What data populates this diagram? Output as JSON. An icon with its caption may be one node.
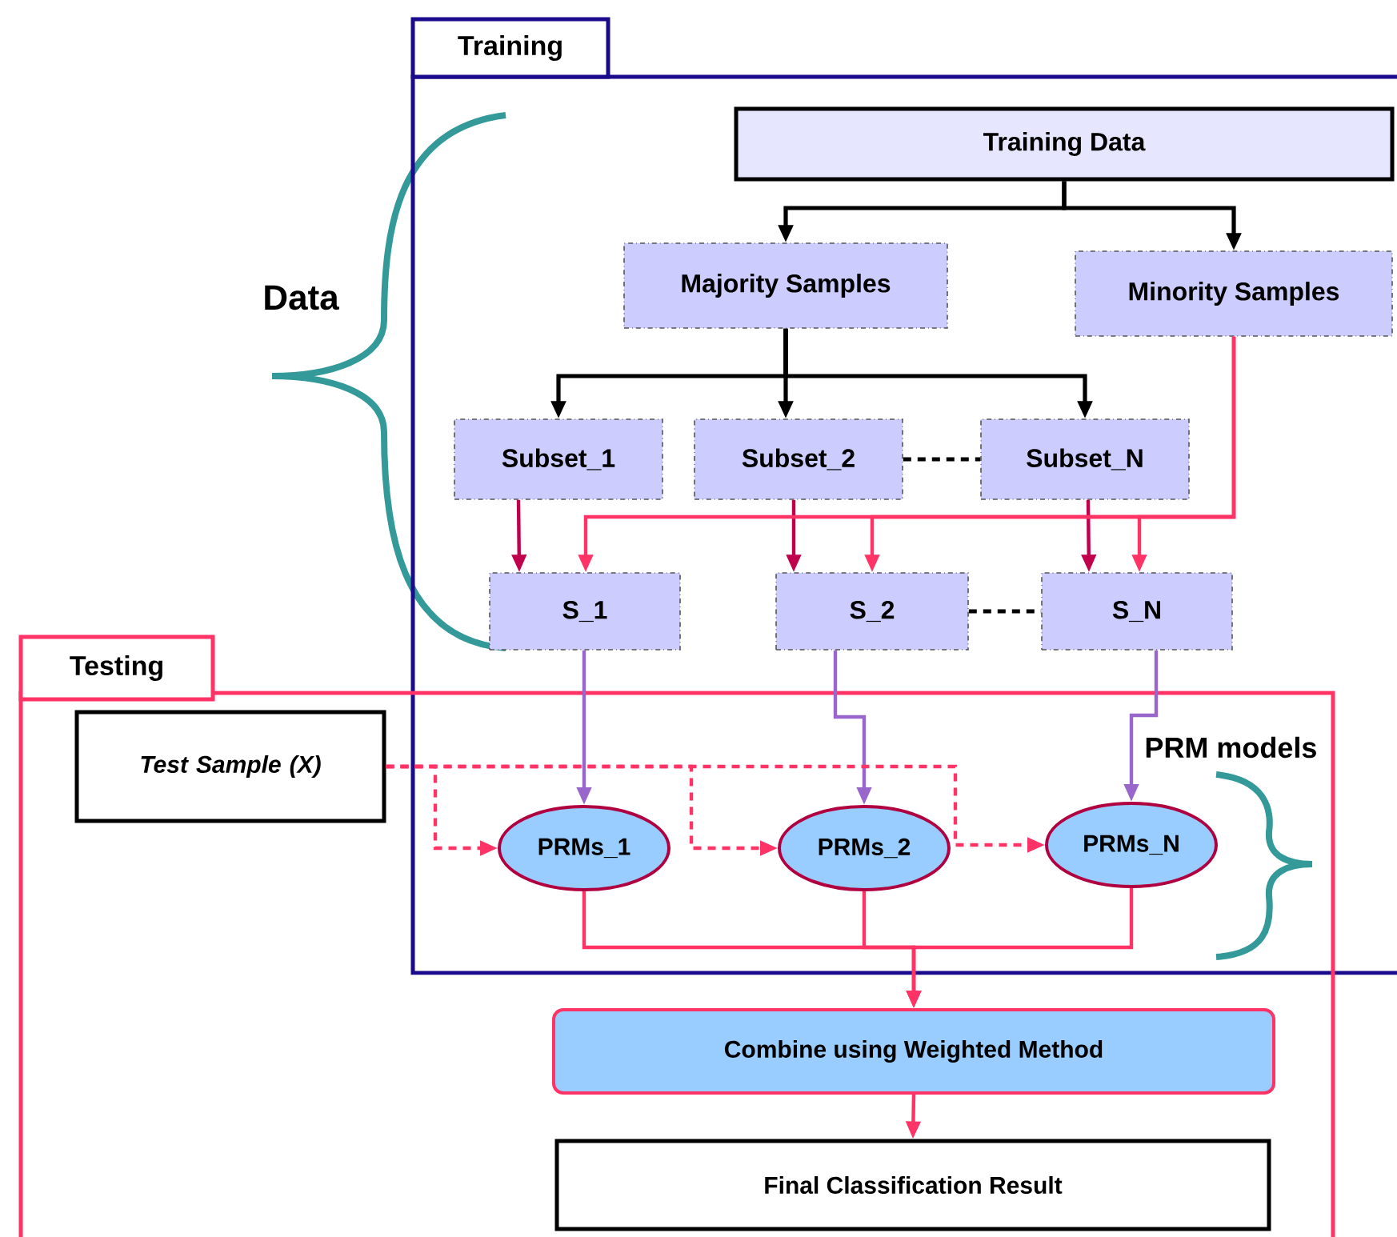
{
  "diagram": {
    "nodes": [
      {
        "text": [
          "Training"
        ]
      },
      {
        "text": [
          "Training Data"
        ],
        "in": 0
      },
      {
        "text": [
          "Majority Samples"
        ],
        "in": 0
      },
      {
        "text": [
          "Minority Samples"
        ],
        "in": 0
      },
      {
        "text": [
          "Subset_1"
        ],
        "in": 0
      },
      {
        "text": [
          "Subset_2"
        ],
        "in": 0
      },
      {
        "text": [
          "Subset_N"
        ],
        "in": 0
      },
      {
        "text": [
          "S_1"
        ],
        "in": 0
      },
      {
        "text": [
          "S_2"
        ],
        "in": 0
      },
      {
        "text": [
          "S_N"
        ],
        "in": 0
      },
      {
        "text": [
          "Testing"
        ]
      },
      {
        "text": [
          "Test Sample (X)"
        ],
        "in": 10
      },
      {
        "text": [
          "PRMs_1"
        ]
      },
      {
        "text": [
          "PRMs_2"
        ]
      },
      {
        "text": [
          "PRMs_N"
        ]
      },
      {
        "text": [
          "Combine using Weighted Method"
        ],
        "in": 10
      },
      {
        "text": [
          "Final Classification Result"
        ],
        "in": 10
      }
    ],
    "edges": [
      {
        "from": 1,
        "to": 2,
        "arrow": "to",
        "color": "#000000"
      },
      {
        "from": 1,
        "to": 3,
        "arrow": "to",
        "color": "#000000"
      },
      {
        "from": 2,
        "to": 4,
        "arrow": "to",
        "color": "#000000"
      },
      {
        "from": 2,
        "to": 5,
        "arrow": "to",
        "color": "#000000"
      },
      {
        "from": 2,
        "to": 6,
        "arrow": "to",
        "color": "#000000"
      },
      {
        "from": 5,
        "to": 6,
        "arrow": "none",
        "style": "dashed",
        "color": "#000000"
      },
      {
        "from": 4,
        "to": 7,
        "arrow": "to",
        "color": "#c0004c"
      },
      {
        "from": 5,
        "to": 8,
        "arrow": "to",
        "color": "#c0004c"
      },
      {
        "from": 6,
        "to": 9,
        "arrow": "to",
        "color": "#c0004c"
      },
      {
        "from": 3,
        "to": 7,
        "arrow": "to"
      },
      {
        "from": 3,
        "to": 8,
        "arrow": "to"
      },
      {
        "from": 3,
        "to": 9,
        "arrow": "to"
      },
      {
        "from": 8,
        "to": 9,
        "arrow": "none",
        "style": "dashed",
        "color": "#000000"
      },
      {
        "from": 7,
        "to": 12,
        "arrow": "to",
        "color": "#9966cc"
      },
      {
        "from": 8,
        "to": 13,
        "arrow": "to",
        "color": "#9966cc"
      },
      {
        "from": 9,
        "to": 14,
        "arrow": "to",
        "color": "#9966cc"
      },
      {
        "from": 11,
        "to": 12,
        "arrow": "to",
        "style": "dashed"
      },
      {
        "from": 11,
        "to": 13,
        "arrow": "to",
        "style": "dashed"
      },
      {
        "from": 11,
        "to": 14,
        "arrow": "to",
        "style": "dashed"
      },
      {
        "from": 12,
        "to": 15,
        "arrow": "to"
      },
      {
        "from": 13,
        "to": 15,
        "arrow": "to"
      },
      {
        "from": 14,
        "to": 15,
        "arrow": "to"
      },
      {
        "from": 15,
        "to": 16,
        "arrow": "to"
      }
    ],
    "labels": [
      "Data",
      "PRM models"
    ]
  }
}
